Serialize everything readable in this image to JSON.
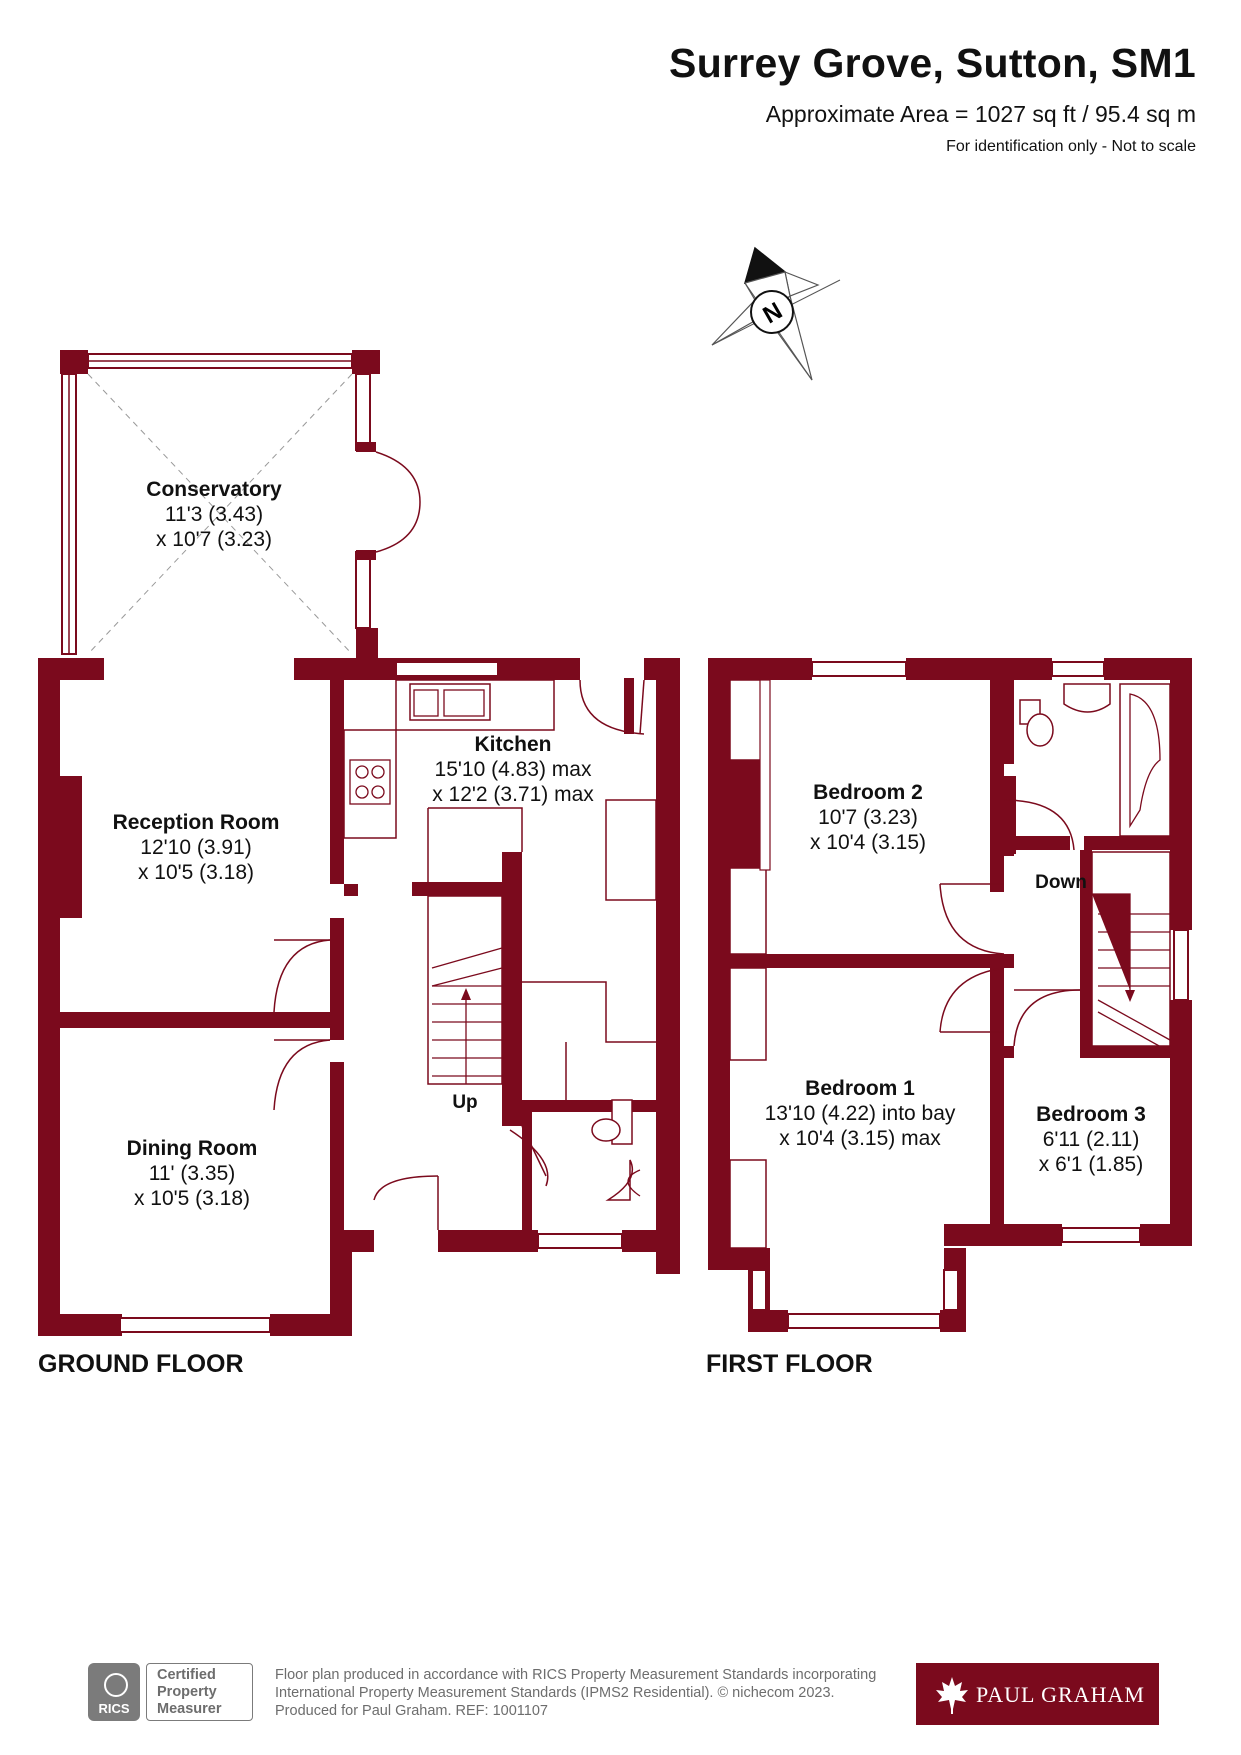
{
  "header": {
    "title": "Surrey Grove, Sutton, SM1",
    "area": "Approximate Area = 1027 sq ft / 95.4 sq m",
    "note": "For identification only - Not to scale"
  },
  "compass": {
    "label": "N"
  },
  "floors": {
    "ground": {
      "label": "GROUND FLOOR",
      "rooms": {
        "conservatory": {
          "name": "Conservatory",
          "dim1": "11'3 (3.43)",
          "dim2": "x 10'7 (3.23)"
        },
        "kitchen": {
          "name": "Kitchen",
          "dim1": "15'10 (4.83) max",
          "dim2": "x 12'2 (3.71) max"
        },
        "reception": {
          "name": "Reception Room",
          "dim1": "12'10 (3.91)",
          "dim2": "x 10'5 (3.18)"
        },
        "dining": {
          "name": "Dining Room",
          "dim1": "11' (3.35)",
          "dim2": "x 10'5 (3.18)"
        }
      },
      "stairs_label": "Up"
    },
    "first": {
      "label": "FIRST FLOOR",
      "rooms": {
        "bedroom2": {
          "name": "Bedroom 2",
          "dim1": "10'7 (3.23)",
          "dim2": "x 10'4 (3.15)"
        },
        "bedroom1": {
          "name": "Bedroom 1",
          "dim1": "13'10 (4.22) into bay",
          "dim2": "x 10'4 (3.15) max"
        },
        "bedroom3": {
          "name": "Bedroom 3",
          "dim1": "6'11 (2.11)",
          "dim2": "x 6'1 (1.85)"
        }
      },
      "stairs_label": "Down"
    }
  },
  "footer": {
    "line1": "Floor plan produced in accordance with RICS Property Measurement Standards incorporating",
    "line2": "International Property Measurement Standards (IPMS2 Residential).   © nichecom 2023.",
    "line3": "Produced for Paul Graham.    REF:  1001107",
    "rics_label": "RICS",
    "cert_line1": "Certified",
    "cert_line2": "Property",
    "cert_line3": "Measurer",
    "brand": "PAUL GRAHAM"
  },
  "colors": {
    "wall": "#7b0a1d",
    "text": "#111111",
    "grey": "#6d6d6d"
  }
}
